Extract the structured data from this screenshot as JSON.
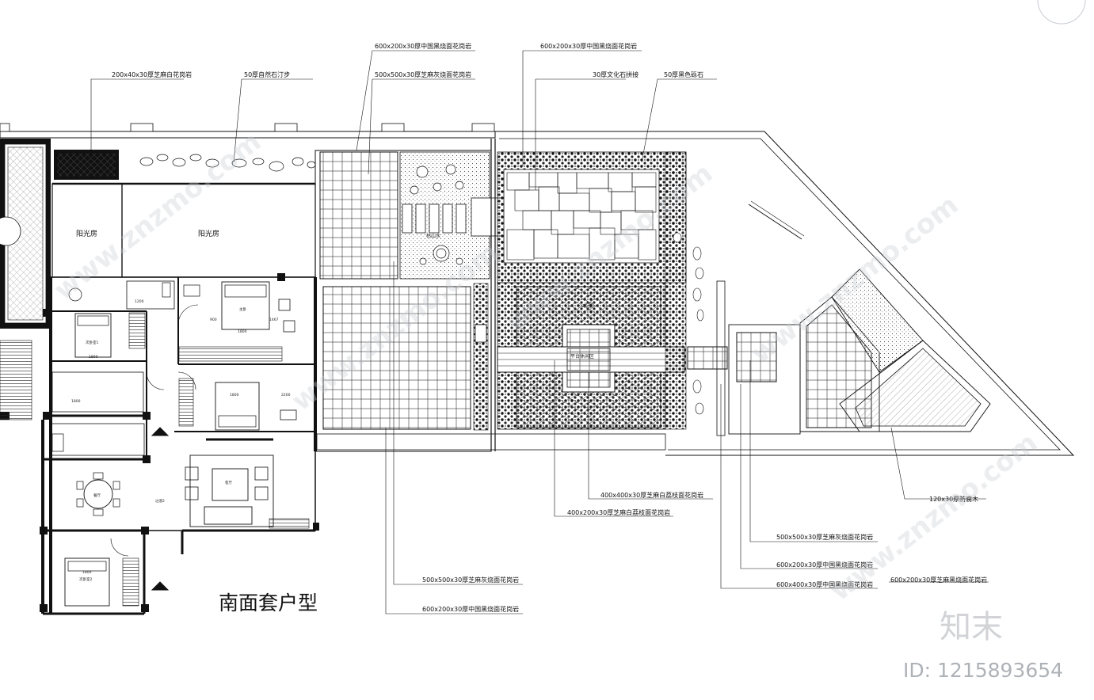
{
  "title": "南面套户型",
  "rooms": {
    "sunroom": "阳光房",
    "master_bedroom": "主卧",
    "second_bedroom_1": "次卧室1",
    "second_bedroom_2": "次卧室2",
    "living_room": "客厅",
    "dining_room": "餐厅",
    "corridor": "过道2",
    "water_feature": "水景",
    "dry_spring": "枯山水",
    "platform": "平台休闲区"
  },
  "annotations": [
    {
      "id": "a1",
      "text": "200x40x30厚芝麻白花岗岩"
    },
    {
      "id": "a2",
      "text": "50厚自然石汀步"
    },
    {
      "id": "a3",
      "text": "600x200x30厚中国黑烧面花岗岩"
    },
    {
      "id": "a4",
      "text": "500x500x30厚芝麻灰烧面花岗岩"
    },
    {
      "id": "a5",
      "text": "600x200x30厚中国黑烧面花岗岩"
    },
    {
      "id": "a6",
      "text": "30厚文化石拼接"
    },
    {
      "id": "a7",
      "text": "50厚黑色砾石"
    },
    {
      "id": "a8",
      "text": "400x400x30厚芝麻白荔枝面花岗岩"
    },
    {
      "id": "a9",
      "text": "400x200x30厚芝麻白荔枝面花岗岩"
    },
    {
      "id": "a10",
      "text": "120x30厚防腐木"
    },
    {
      "id": "a11",
      "text": "500x500x30厚芝麻灰烧面花岗岩"
    },
    {
      "id": "a12",
      "text": "600x200x30厚中国黑烧面花岗岩"
    },
    {
      "id": "a13",
      "text": "600x400x30厚中国黑烧面花岗岩"
    },
    {
      "id": "a14",
      "text": "600x200x30厚芝麻黑烧面花岗岩"
    },
    {
      "id": "a15",
      "text": "500x500x30厚芝麻灰烧面花岗岩"
    },
    {
      "id": "a16",
      "text": "600x200x30厚中国黑烧面花岗岩"
    }
  ],
  "dimensions": [
    "1200",
    "1800",
    "1467",
    "900",
    "1800",
    "2200",
    "1800",
    "1800",
    "1800"
  ],
  "watermark": {
    "brand": "知末",
    "id_text": "ID: 1215893654",
    "diagonal": "www.znzmo.com"
  },
  "colors": {
    "line": "#111111",
    "watermark": "#9aa0a6"
  }
}
